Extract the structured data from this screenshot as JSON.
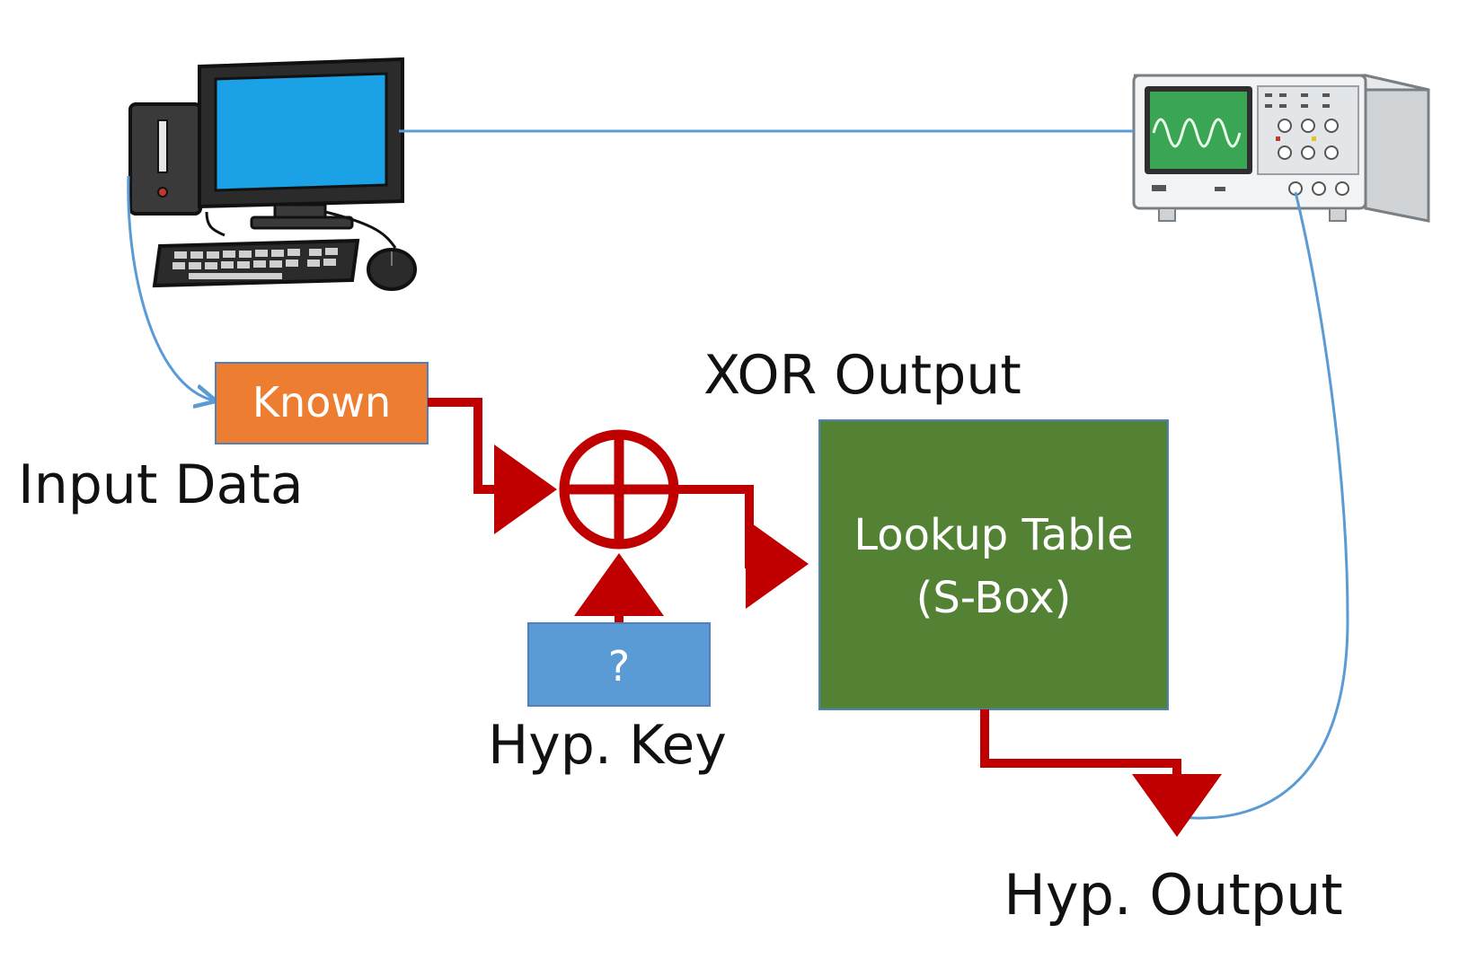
{
  "labels": {
    "known": "Known",
    "input_data": "Input Data",
    "xor_output": "XOR Output",
    "lookup_line1": "Lookup Table",
    "lookup_line2": "(S-Box)",
    "hyp_key_box": "?",
    "hyp_key": "Hyp. Key",
    "hyp_output": "Hyp. Output"
  },
  "icons": {
    "computer": "desktop-computer-icon",
    "oscilloscope": "oscilloscope-icon",
    "xor": "xor-operator-icon"
  },
  "colors": {
    "known_box": "#ED7D31",
    "key_box": "#5B9BD5",
    "sbox": "#548235",
    "data_path": "#C00000",
    "probe_line": "#5B9BD5"
  }
}
